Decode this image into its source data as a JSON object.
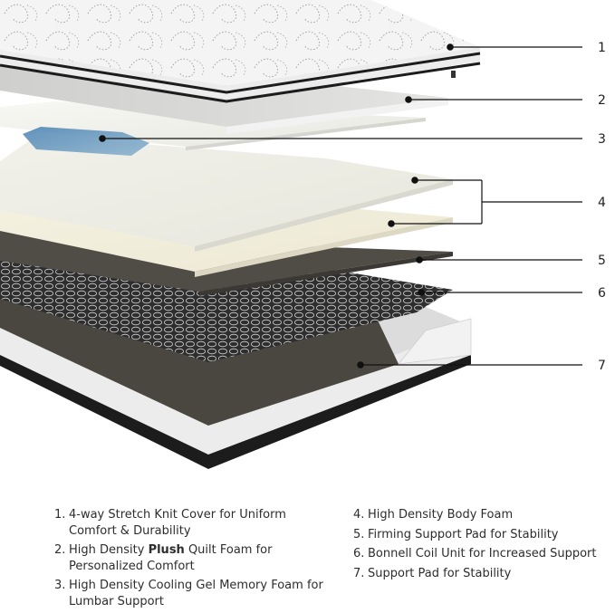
{
  "callouts": [
    "1",
    "2",
    "3",
    "4",
    "5",
    "6",
    "7"
  ],
  "legend": {
    "left": [
      {
        "num": "1.",
        "text": "4-way Stretch Knit Cover for Uniform Comfort & Durability"
      },
      {
        "num": "2.",
        "pre": "High Density ",
        "bold": "Plush",
        "post": " Quilt Foam for Personalized Comfort"
      },
      {
        "num": "3.",
        "text": "High Density Cooling Gel Memory Foam for Lumbar Support"
      }
    ],
    "right": [
      {
        "num": "4.",
        "text": "High Density Body Foam"
      },
      {
        "num": "5.",
        "text": "Firming Support Pad for Stability"
      },
      {
        "num": "6.",
        "text": "Bonnell Coil Unit for Increased Support"
      },
      {
        "num": "7.",
        "text": "Support Pad for Stability"
      }
    ]
  },
  "colors": {
    "cover": "#f4f4f4",
    "cover_pattern": "#9a9a9a",
    "cover_edge": "#1c1c1c",
    "quilt_foam": "#dadad8",
    "gel": "#5b8fb9",
    "memory_foam": "#f6f6f2",
    "body_foam_top": "#f0f0ea",
    "body_foam_bottom": "#f4f1e2",
    "firming_pad": "#4f4b45",
    "coil": "#2e2e2e",
    "support_pad": "#4a4740",
    "base": "#e9e9e9",
    "leader_line": "#111111"
  }
}
